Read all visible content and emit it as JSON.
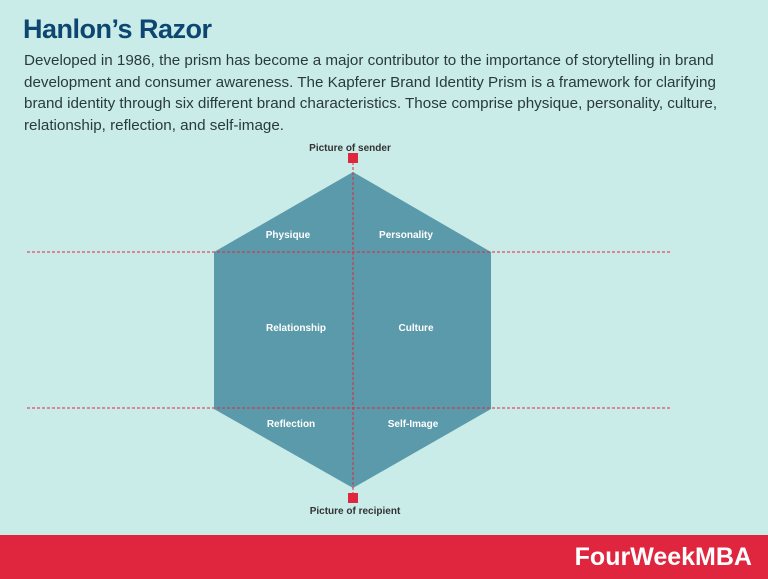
{
  "title": "Hanlon’s Razor",
  "description": "Developed in 1986, the prism has become a major contributor to the importance of storytelling in brand development and consumer awareness. The Kapferer Brand Identity Prism is a framework for clarifying brand identity through six different brand characteristics. Those comprise physique, personality, culture, relationship, reflection, and self-image.",
  "diagram": {
    "top_caption": "Picture of sender",
    "bottom_caption": "Picture of recipient",
    "facets": [
      "Physique",
      "Personality",
      "Relationship",
      "Culture",
      "Reflection",
      "Self-Image"
    ]
  },
  "footer": {
    "brand": "FourWeekMBA"
  },
  "colors": {
    "background": "#c9ece8",
    "prism": "#5b9aaa",
    "accent": "#e0263e",
    "title": "#0d4670"
  }
}
